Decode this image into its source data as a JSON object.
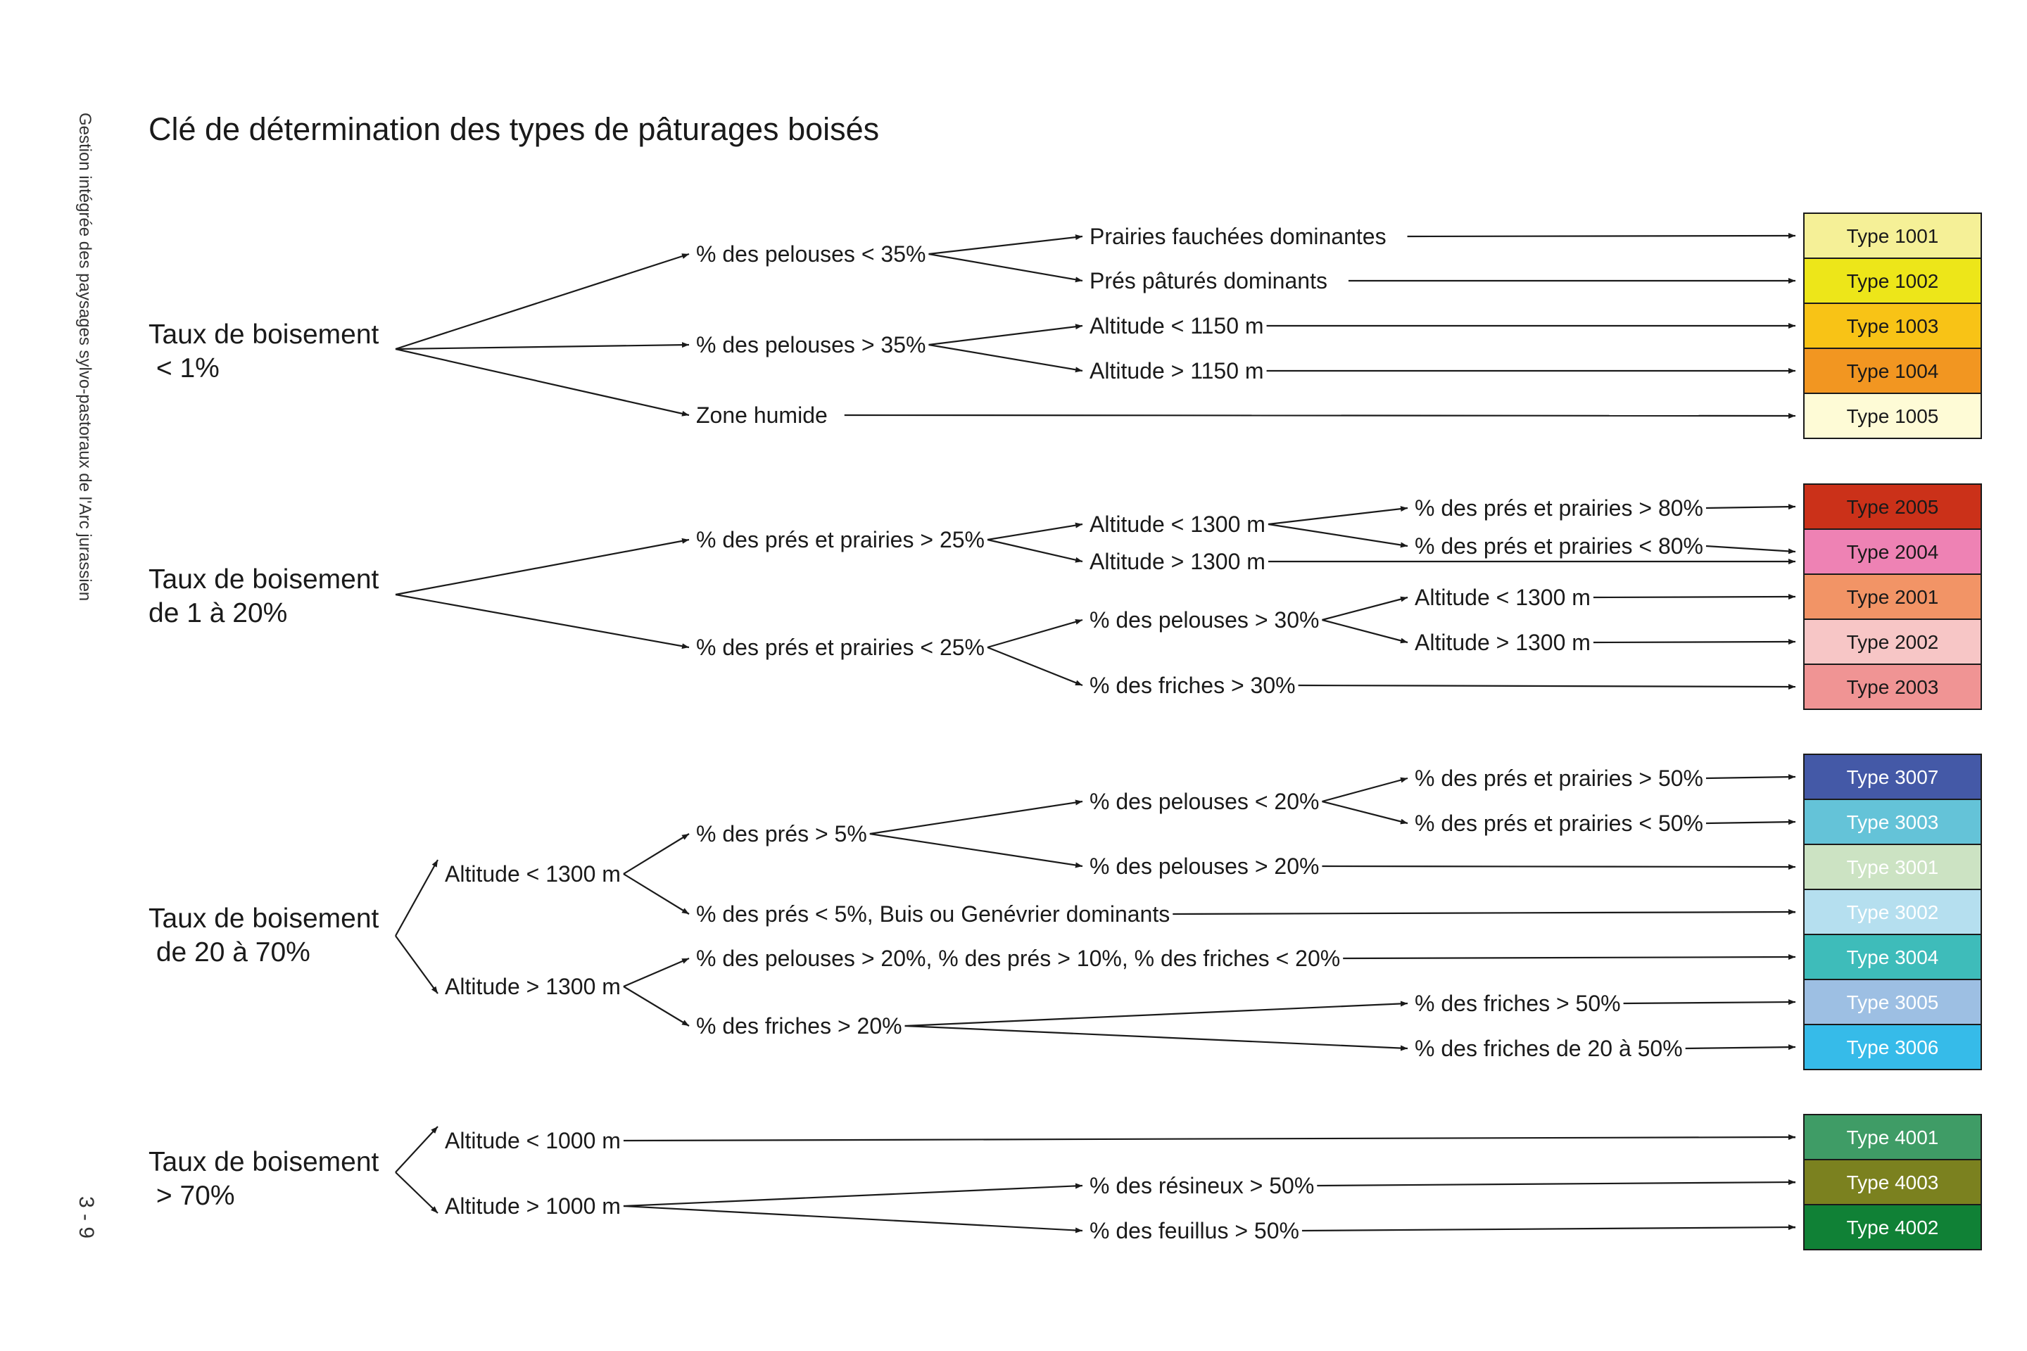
{
  "page": {
    "title": "Clé de détermination des types de pâturages boisés",
    "side_text": "Gestion intégrée des paysages sylvo-pastoraux de l'Arc jurassien",
    "page_number": "3 - 9"
  },
  "groups": [
    {
      "root_lines": [
        "Taux de boisement",
        " < 1%"
      ],
      "labels": {
        "g1_a": "% des pelouses < 35%",
        "g1_b": "% des pelouses > 35%",
        "g1_c": "Zone humide",
        "g1_d": "Prairies fauchées dominantes",
        "g1_e": "Prés pâturés dominants",
        "g1_f": "Altitude < 1150 m",
        "g1_g": "Altitude > 1150 m"
      }
    },
    {
      "root_lines": [
        "Taux de boisement",
        "de 1 à 20%"
      ],
      "labels": {
        "g2_a": "% des prés et prairies > 25%",
        "g2_b": "% des prés et prairies < 25%",
        "g2_c": "Altitude < 1300 m",
        "g2_d": "Altitude > 1300 m",
        "g2_e": "% des prés et prairies > 80%",
        "g2_f": "% des prés et prairies < 80%",
        "g2_g": "% des pelouses > 30%",
        "g2_h": "% des friches > 30%",
        "g2_i": "Altitude < 1300 m",
        "g2_j": "Altitude > 1300 m"
      }
    },
    {
      "root_lines": [
        "Taux de boisement",
        " de 20 à 70%"
      ],
      "labels": {
        "g3_a": "Altitude < 1300 m",
        "g3_b": "Altitude > 1300 m",
        "g3_c": "% des prés > 5%",
        "g3_d": "% des prés < 5%, Buis ou Genévrier dominants",
        "g3_e": "% des pelouses > 20%, % des prés > 10%, % des friches < 20%",
        "g3_f": "% des friches > 20%",
        "g3_g": "% des pelouses < 20%",
        "g3_h": "% des pelouses > 20%",
        "g3_i": "% des prés et prairies > 50%",
        "g3_j": "% des prés et prairies < 50%",
        "g3_k": "% des friches > 50%",
        "g3_l": "% des friches de 20 à 50%"
      }
    },
    {
      "root_lines": [
        "Taux de boisement",
        " > 70%"
      ],
      "labels": {
        "g4_a": "Altitude < 1000 m",
        "g4_b": "Altitude > 1000 m",
        "g4_c": "% des résineux > 50%",
        "g4_d": "% des feuillus > 50%"
      }
    }
  ],
  "types": [
    {
      "label": "Type 1001",
      "color": "#f5f097",
      "text_color": "#1a1a1a"
    },
    {
      "label": "Type 1002",
      "color": "#ede619",
      "text_color": "#1a1a1a"
    },
    {
      "label": "Type 1003",
      "color": "#f8c316",
      "text_color": "#1a1a1a"
    },
    {
      "label": "Type 1004",
      "color": "#f29621",
      "text_color": "#1a1a1a"
    },
    {
      "label": "Type 1005",
      "color": "#fefbd6",
      "text_color": "#1a1a1a"
    },
    {
      "label": "Type 2005",
      "color": "#cb3119",
      "text_color": "#1a1a1a"
    },
    {
      "label": "Type 2004",
      "color": "#ee82b4",
      "text_color": "#1a1a1a"
    },
    {
      "label": "Type 2001",
      "color": "#f29466",
      "text_color": "#1a1a1a"
    },
    {
      "label": "Type 2002",
      "color": "#f7c6c6",
      "text_color": "#1a1a1a"
    },
    {
      "label": "Type 2003",
      "color": "#f09494",
      "text_color": "#1a1a1a"
    },
    {
      "label": "Type 3007",
      "color": "#4459a7",
      "text_color": "#ffffff"
    },
    {
      "label": "Type 3003",
      "color": "#64c3d8",
      "text_color": "#ffffff"
    },
    {
      "label": "Type 3001",
      "color": "#cce3c3",
      "text_color": "#ffffff"
    },
    {
      "label": "Type 3002",
      "color": "#b5dfef",
      "text_color": "#ffffff"
    },
    {
      "label": "Type 3004",
      "color": "#3ebcba",
      "text_color": "#ffffff"
    },
    {
      "label": "Type 3005",
      "color": "#9dbfe3",
      "text_color": "#ffffff"
    },
    {
      "label": "Type 3006",
      "color": "#36bbe9",
      "text_color": "#ffffff"
    },
    {
      "label": "Type 4001",
      "color": "#3f9c66",
      "text_color": "#ffffff"
    },
    {
      "label": "Type 4003",
      "color": "#7b811f",
      "text_color": "#ffffff"
    },
    {
      "label": "Type 4002",
      "color": "#108136",
      "text_color": "#ffffff"
    }
  ]
}
